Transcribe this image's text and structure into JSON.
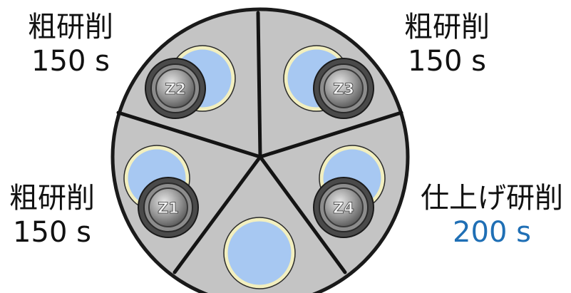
{
  "colors": {
    "table": "#c4c4c4",
    "table_edge": "#1a1a1a",
    "divider": "#141414",
    "wafer": "#a7c8f2",
    "wafer_ring": "#f2efbf",
    "head_dark": "#4a4a4a",
    "head_mid": "#8c8c8c",
    "head_light": "#d8d8d8",
    "finish_time": "#1f6fb5"
  },
  "stations": [
    {
      "id": "top-left",
      "process": "粗研削",
      "time": "150 s",
      "head": "Z2"
    },
    {
      "id": "top-right",
      "process": "粗研削",
      "time": "150 s",
      "head": "Z3"
    },
    {
      "id": "bottom-left",
      "process": "粗研削",
      "time": "150 s",
      "head": "Z1"
    },
    {
      "id": "bottom-right",
      "process": "仕上げ研削",
      "time": "200 s",
      "head": "Z4"
    }
  ]
}
